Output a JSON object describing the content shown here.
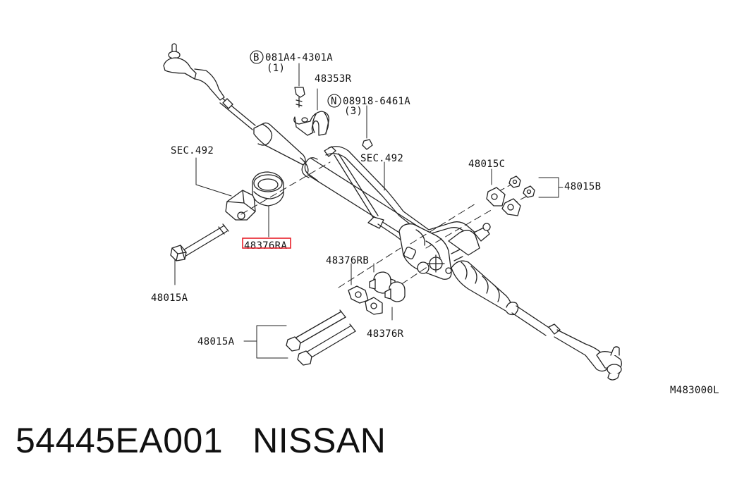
{
  "diagram": {
    "part_labels": [
      {
        "key": "bolt_b",
        "text": "081A4-4301A",
        "circled": "B"
      },
      {
        "key": "qty_1",
        "text": "(1)"
      },
      {
        "key": "p48353r",
        "text": "48353R"
      },
      {
        "key": "nut_n",
        "text": "08918-6461A",
        "circled": "N"
      },
      {
        "key": "qty_3",
        "text": "(3)"
      },
      {
        "key": "sec492_a",
        "text": "SEC.492"
      },
      {
        "key": "sec492_b",
        "text": "SEC.492"
      },
      {
        "key": "p48015c",
        "text": "48015C"
      },
      {
        "key": "p48015b",
        "text": "48015B"
      },
      {
        "key": "p48376ra",
        "text": "48376RA"
      },
      {
        "key": "p48376rb",
        "text": "48376RB"
      },
      {
        "key": "p48015a_1",
        "text": "48015A"
      },
      {
        "key": "p48376r",
        "text": "48376R"
      },
      {
        "key": "p48015a_2",
        "text": "48015A"
      },
      {
        "key": "ref",
        "text": "M483000L"
      }
    ],
    "highlight_color": "#e8202a"
  },
  "caption": {
    "part_number": "54445EA001",
    "brand": "NISSAN"
  }
}
